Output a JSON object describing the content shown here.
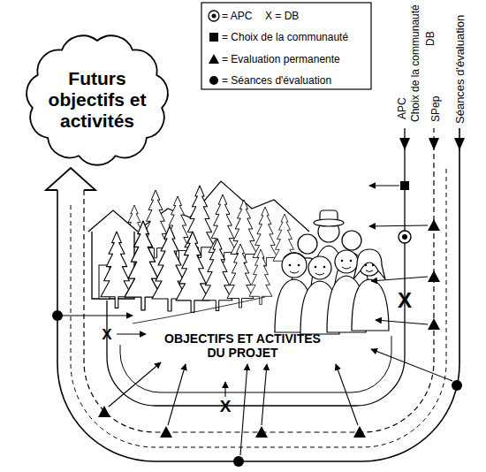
{
  "diagram": {
    "nodes": [
      {
        "text": [
          "Futurs objectifs et activités"
        ]
      },
      {
        "text": [
          "OBJECTIFS ET ACTIVITES DU PROJET"
        ]
      }
    ],
    "edges": [
      {
        "from": 1,
        "to": 0,
        "arrow": "to"
      }
    ],
    "labels": [
      "DB",
      "APC",
      "Choix de la communauté",
      "SPep",
      "Séances d'évaluation",
      "X",
      "X",
      "X"
    ],
    "legend": [
      {
        "text": "= APC"
      },
      {
        "text": "X = DB"
      },
      {
        "text": "= Choix de la communauté"
      },
      {
        "text": "= Evaluation permanente"
      },
      {
        "text": "= Séances d'évaluation"
      }
    ]
  }
}
